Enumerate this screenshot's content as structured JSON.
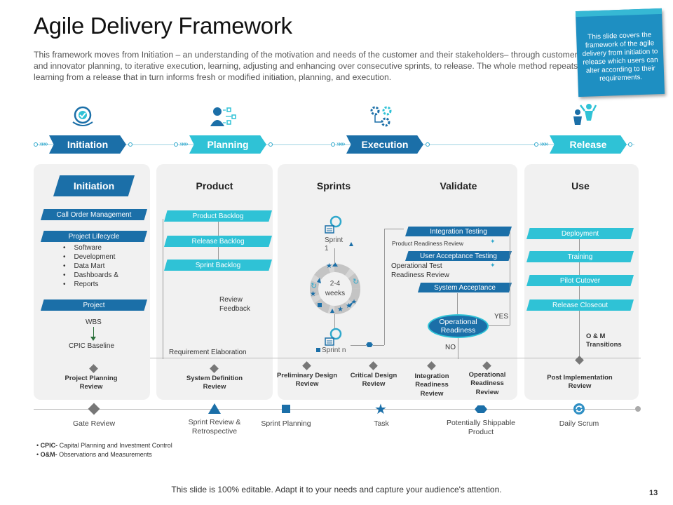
{
  "title": "Agile Delivery Framework",
  "description": "This framework moves from Initiation – an understanding of the motivation and needs of the customer and their stakeholders– through customer and innovator planning, to iterative execution, learning, adjusting and enhancing over consecutive sprints, to release. The whole method repeats learning from a release that in turn informs fresh or modified initiation, planning, and execution.",
  "note": "This slide covers the framework of the agile delivery from initiation to release which users can alter according to their requirements.",
  "phases": [
    {
      "label": "Initiation",
      "icon": "target-cycle-icon",
      "style": "dark"
    },
    {
      "label": "Planning",
      "icon": "user-flow-icon",
      "style": "light"
    },
    {
      "label": "Execution",
      "icon": "gears-icon",
      "style": "dark"
    },
    {
      "label": "Release",
      "icon": "celebration-icon",
      "style": "light"
    }
  ],
  "panel_headers": {
    "initiation": "Initiation",
    "product": "Product",
    "sprints": "Sprints",
    "validate": "Validate",
    "use": "Use"
  },
  "initiation": {
    "call_order": "Call Order Management",
    "lifecycle": "Project Lifecycle",
    "lifecycle_items": [
      "Software",
      "Development",
      "Data Mart",
      "Dashboards &",
      "Reports"
    ],
    "project": "Project",
    "wbs": "WBS",
    "cpic": "CPIC  Baseline",
    "review": "Project Planning Review"
  },
  "product": {
    "items": [
      "Product Backlog",
      "Release Backlog",
      "Sprint Backlog"
    ],
    "feedback": "Review Feedback",
    "elaboration": "Requirement Elaboration",
    "review": "System Definition Review"
  },
  "sprints": {
    "sprint1": "Sprint 1",
    "cycle": "2-4 weeks",
    "sprintn": "Sprint n",
    "review1": "Preliminary Design Review",
    "review2": "Critical Design Review"
  },
  "validate": {
    "integration": "Integration Testing",
    "product_readiness": "Product Readiness Review",
    "uat": "User Acceptance Testing",
    "op_test": "Operational Test Readiness Review",
    "system": "System Acceptance",
    "op_readiness": "Operational Readiness",
    "yes": "YES",
    "no": "NO",
    "review1": "Integration Readiness Review",
    "review2": "Operational Readiness Review"
  },
  "use": {
    "items": [
      "Deployment",
      "Training",
      "Pilot Cutover",
      "Release Closeout"
    ],
    "om": "O & M Transitions",
    "review": "Post Implementation Review"
  },
  "legend": [
    {
      "label": "Gate Review",
      "icon": "diamond-icon"
    },
    {
      "label": "Sprint Review & Retrospective",
      "icon": "triangle-icon"
    },
    {
      "label": "Sprint Planning",
      "icon": "square-icon"
    },
    {
      "label": "Task",
      "icon": "star-icon"
    },
    {
      "label": "Potentially Shippable Product",
      "icon": "hexagon-icon"
    },
    {
      "label": "Daily Scrum",
      "icon": "cycle-icon"
    }
  ],
  "abbrev": [
    {
      "key": "CPIC-",
      "value": " Capital Planning and Investment Control"
    },
    {
      "key": "O&M-",
      "value": " Observations and Measurements"
    }
  ],
  "footer": "This slide is 100% editable. Adapt it to your needs and capture your audience's attention.",
  "page_number": "13",
  "colors": {
    "dark": "#1b6fa8",
    "light": "#2fc2d6",
    "note": "#1e8fc2"
  }
}
